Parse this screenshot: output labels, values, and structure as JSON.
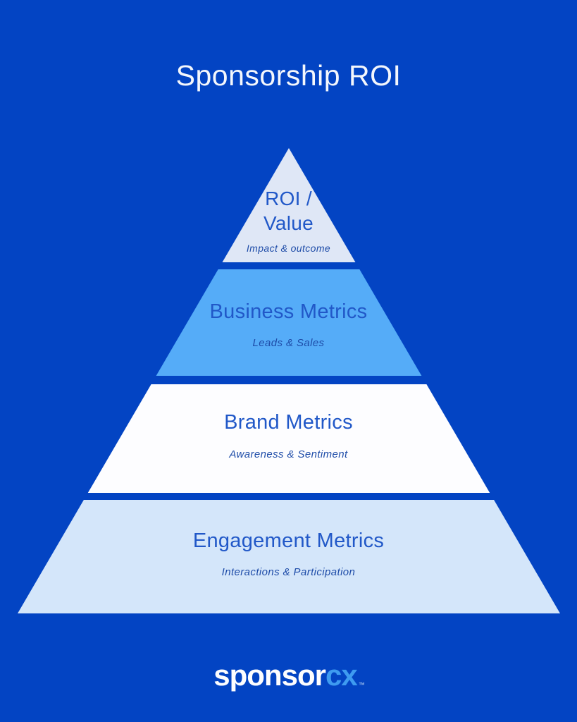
{
  "title": "Sponsorship ROI",
  "pyramid": {
    "tiers": [
      {
        "heading_line1": "ROI /",
        "heading_line2": "Value",
        "subtitle": "Impact & outcome",
        "fill": "#dfe7f6"
      },
      {
        "heading": "Business Metrics",
        "subtitle": "Leads & Sales",
        "fill": "#55acf8"
      },
      {
        "heading": "Brand Metrics",
        "subtitle": "Awareness & Sentiment",
        "fill": "#fdfdff"
      },
      {
        "heading": "Engagement Metrics",
        "subtitle": "Interactions & Participation",
        "fill": "#d4e6fa"
      }
    ]
  },
  "logo": {
    "sponsor": "sponsor",
    "cx": "cx",
    "trademark": "™"
  },
  "colors": {
    "background": "#0344c3",
    "title_text": "#f4f7fc",
    "heading_text": "#2158c8",
    "subtitle_text": "#1e4ca8",
    "logo_cx": "#3e9bf0"
  }
}
